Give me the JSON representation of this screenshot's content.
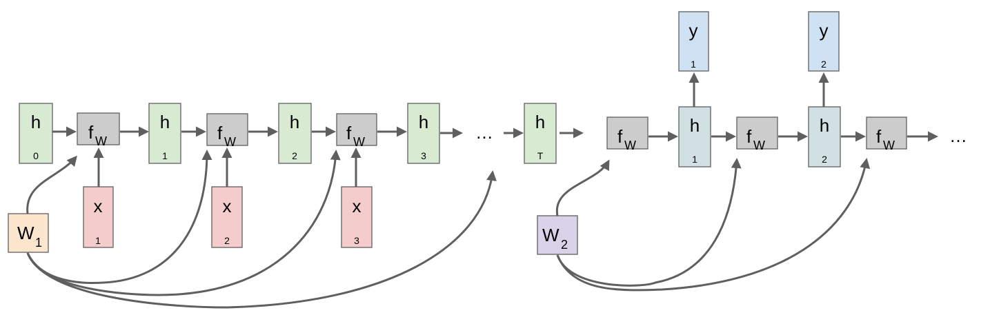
{
  "colors": {
    "hidden": "#d9ead3",
    "hidden_decoder": "#d0e0e3",
    "input": "#f4cccc",
    "output": "#cfe2f3",
    "func": "#cccccc",
    "weight1": "#fce5cd",
    "weight2": "#d9d2e9",
    "edge": "#5f5f5f",
    "border": "#5f5f5f"
  },
  "encoder": {
    "h0": {
      "main": "h",
      "sub": "0"
    },
    "f1": {
      "main": "f",
      "sub": "W"
    },
    "h1": {
      "main": "h",
      "sub": "1"
    },
    "x1": {
      "main": "x",
      "sub": "1"
    },
    "f2": {
      "main": "f",
      "sub": "W"
    },
    "h2": {
      "main": "h",
      "sub": "2"
    },
    "x2": {
      "main": "x",
      "sub": "2"
    },
    "f3": {
      "main": "f",
      "sub": "W"
    },
    "h3": {
      "main": "h",
      "sub": "3"
    },
    "x3": {
      "main": "x",
      "sub": "3"
    },
    "ellipsis": "…",
    "hT": {
      "main": "h",
      "sub": "T"
    },
    "W1": {
      "main": "W",
      "sub": "1"
    }
  },
  "decoder": {
    "f1": {
      "main": "f",
      "sub": "W"
    },
    "h1": {
      "main": "h",
      "sub": "1"
    },
    "y1": {
      "main": "y",
      "sub": "1"
    },
    "f2": {
      "main": "f",
      "sub": "W"
    },
    "h2": {
      "main": "h",
      "sub": "2"
    },
    "y2": {
      "main": "y",
      "sub": "2"
    },
    "f3": {
      "main": "f",
      "sub": "W"
    },
    "ellipsis": "…",
    "W2": {
      "main": "W",
      "sub": "2"
    }
  }
}
